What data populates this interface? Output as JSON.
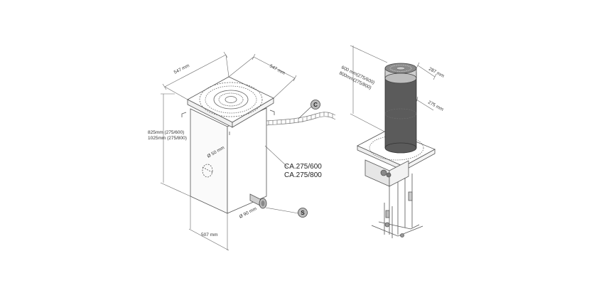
{
  "left_unit": {
    "dim_width_top": "547 mm",
    "dim_depth_top": "547 mm",
    "dim_height_1": "825mm (275/600)",
    "dim_height_2": "1025mm (275/800)",
    "dim_base": "507 mm",
    "dim_conduit": "Ø 50 mm",
    "dim_drain": "Ø 90 mm",
    "model_1": "CA.275/600",
    "model_2": "CA.275/800",
    "callout_c": "C",
    "callout_s": "S"
  },
  "right_unit": {
    "dim_rise_1": "600 mm(275/600)",
    "dim_rise_2": "800mm(275/800)",
    "dim_head": "287 mm",
    "dim_column": "275 mm"
  }
}
